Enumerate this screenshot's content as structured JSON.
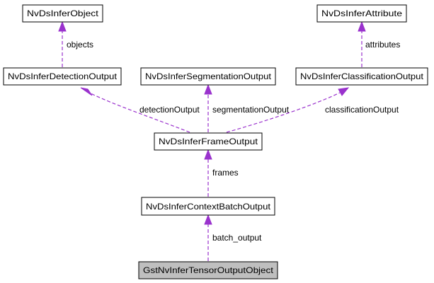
{
  "diagram": {
    "colors": {
      "edge": "#9a32cd",
      "node_border": "#000000",
      "node_fill": "#ffffff",
      "focus_fill": "#bfbfbf"
    },
    "nodes": {
      "infer_object": "NvDsInferObject",
      "infer_attribute": "NvDsInferAttribute",
      "detection_output": "NvDsInferDetectionOutput",
      "segmentation_output": "NvDsInferSegmentationOutput",
      "classification_output": "NvDsInferClassificationOutput",
      "frame_output": "NvDsInferFrameOutput",
      "context_batch_output": "NvDsInferContextBatchOutput",
      "tensor_output_object": "GstNvInferTensorOutputObject"
    },
    "edges": {
      "objects": "objects",
      "attributes": "attributes",
      "detection_output": "detectionOutput",
      "segmentation_output": "segmentationOutput",
      "classification_output": "classificationOutput",
      "frames": "frames",
      "batch_output": "batch_output"
    }
  }
}
